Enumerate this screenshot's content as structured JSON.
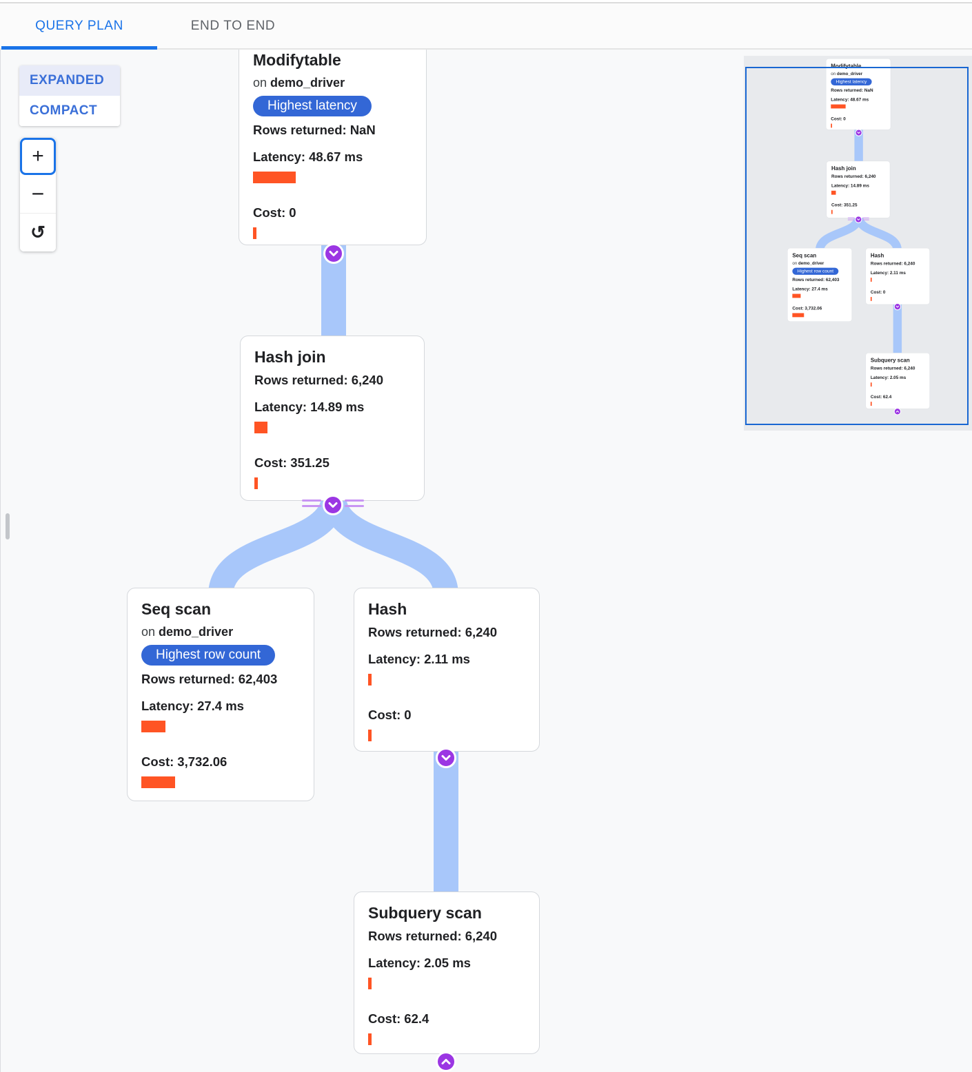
{
  "tabs": [
    {
      "label": "QUERY PLAN",
      "active": true
    },
    {
      "label": "END TO END",
      "active": false
    }
  ],
  "view_toggle": {
    "options": [
      {
        "label": "EXPANDED",
        "selected": true
      },
      {
        "label": "COMPACT",
        "selected": false
      }
    ]
  },
  "zoom_controls": {
    "zoom_in_label": "+",
    "zoom_out_label": "−",
    "reset_icon": "reset-view"
  },
  "nodes": [
    {
      "id": "modifytable",
      "title": "Modifytable",
      "subtitle_prefix": "on",
      "table": "demo_driver",
      "badge": "Highest latency",
      "rows_label": "Rows returned:",
      "rows_value": "NaN",
      "latency_label": "Latency:",
      "latency_value": "48.67 ms",
      "latency_ms": 48.67,
      "cost_label": "Cost:",
      "cost_value": "0",
      "cost": 0
    },
    {
      "id": "hash-join",
      "title": "Hash join",
      "rows_label": "Rows returned:",
      "rows_value": "6,240",
      "latency_label": "Latency:",
      "latency_value": "14.89 ms",
      "latency_ms": 14.89,
      "cost_label": "Cost:",
      "cost_value": "351.25",
      "cost": 351.25
    },
    {
      "id": "seq-scan",
      "title": "Seq scan",
      "subtitle_prefix": "on",
      "table": "demo_driver",
      "badge": "Highest row count",
      "rows_label": "Rows returned:",
      "rows_value": "62,403",
      "latency_label": "Latency:",
      "latency_value": "27.4 ms",
      "latency_ms": 27.4,
      "cost_label": "Cost:",
      "cost_value": "3,732.06",
      "cost": 3732.06
    },
    {
      "id": "hash",
      "title": "Hash",
      "rows_label": "Rows returned:",
      "rows_value": "6,240",
      "latency_label": "Latency:",
      "latency_value": "2.11 ms",
      "latency_ms": 2.11,
      "cost_label": "Cost:",
      "cost_value": "0",
      "cost": 0
    },
    {
      "id": "subquery-scan",
      "title": "Subquery scan",
      "rows_label": "Rows returned:",
      "rows_value": "6,240",
      "latency_label": "Latency:",
      "latency_value": "2.05 ms",
      "latency_ms": 2.05,
      "cost_label": "Cost:",
      "cost_value": "62.4",
      "cost": 62.4
    }
  ],
  "colors": {
    "accent_blue": "#1a73e8",
    "badge_blue": "#3367d6",
    "bar_orange": "#ff5424",
    "edge_blue": "#a8c7fa",
    "connector_purple": "#9b36e3",
    "connector_line_purple": "#c895f3",
    "minimap_viewport_border": "#1967d2"
  }
}
